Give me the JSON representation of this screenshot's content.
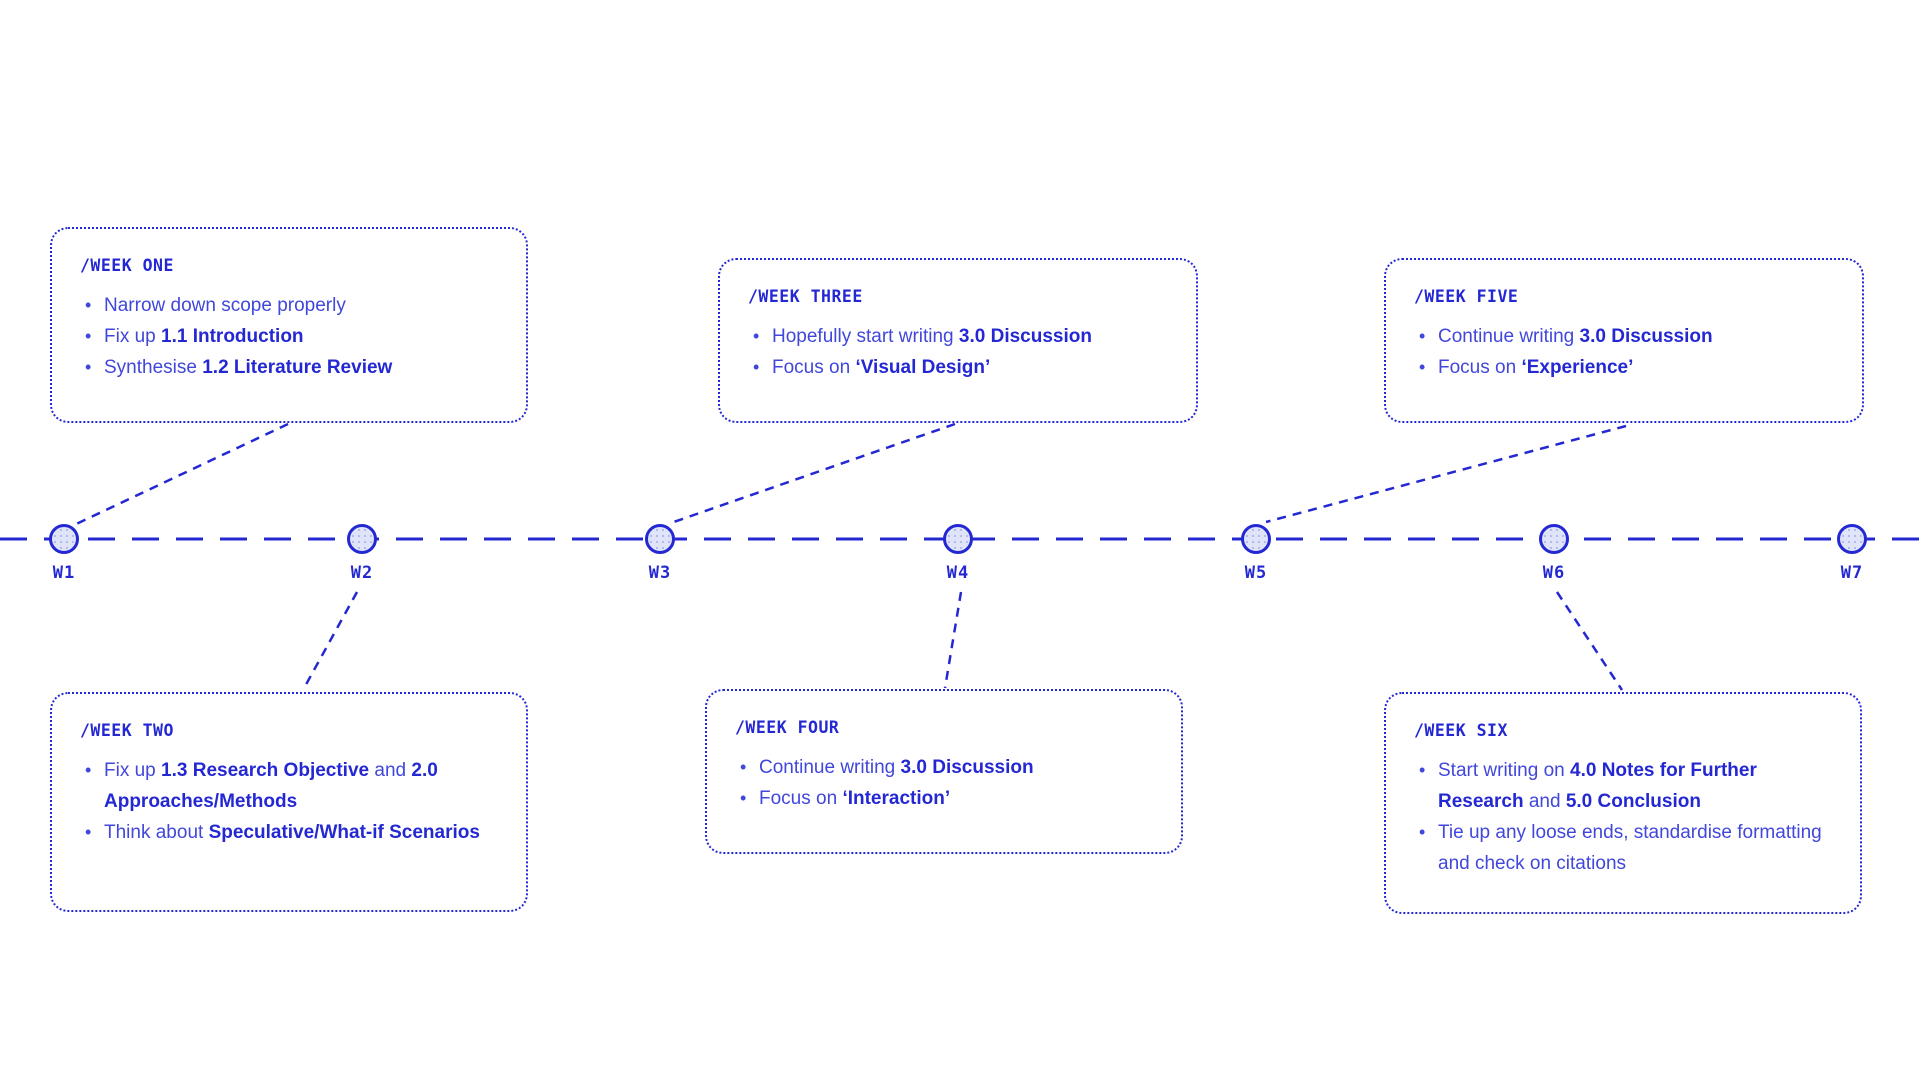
{
  "palette": {
    "background": "#ffffff",
    "line": "#2428d2",
    "ink": "#2428d2",
    "text": "#4047da",
    "node_fill": "#dfe4f8",
    "node_dot": "#aeb8ea"
  },
  "timeline": {
    "nodes": [
      {
        "label": "W1"
      },
      {
        "label": "W2"
      },
      {
        "label": "W3"
      },
      {
        "label": "W4"
      },
      {
        "label": "W5"
      },
      {
        "label": "W6"
      },
      {
        "label": "W7"
      }
    ]
  },
  "boxes": [
    {
      "id": "week-one",
      "title": "/WEEK ONE",
      "bullets": [
        [
          {
            "t": "Narrow down scope properly"
          }
        ],
        [
          {
            "t": "Fix up "
          },
          {
            "t": "1.1 Introduction",
            "b": true
          }
        ],
        [
          {
            "t": "Synthesise "
          },
          {
            "t": "1.2 Literature Review",
            "b": true
          }
        ]
      ]
    },
    {
      "id": "week-two",
      "title": "/WEEK TWO",
      "bullets": [
        [
          {
            "t": "Fix up "
          },
          {
            "t": "1.3 Research Objective",
            "b": true
          },
          {
            "t": " and "
          },
          {
            "t": "2.0 Approaches/Methods",
            "b": true
          }
        ],
        [
          {
            "t": "Think about "
          },
          {
            "t": "Speculative/What-if Scenarios",
            "b": true
          }
        ]
      ]
    },
    {
      "id": "week-three",
      "title": "/WEEK THREE",
      "bullets": [
        [
          {
            "t": "Hopefully start writing "
          },
          {
            "t": "3.0 Discussion",
            "b": true
          }
        ],
        [
          {
            "t": "Focus on "
          },
          {
            "t": "‘Visual Design’",
            "b": true
          }
        ]
      ]
    },
    {
      "id": "week-four",
      "title": "/WEEK FOUR",
      "bullets": [
        [
          {
            "t": "Continue writing "
          },
          {
            "t": "3.0 Discussion",
            "b": true
          }
        ],
        [
          {
            "t": "Focus on "
          },
          {
            "t": "‘Interaction’",
            "b": true
          }
        ]
      ]
    },
    {
      "id": "week-five",
      "title": "/WEEK FIVE",
      "bullets": [
        [
          {
            "t": "Continue writing "
          },
          {
            "t": "3.0 Discussion",
            "b": true
          }
        ],
        [
          {
            "t": "Focus on "
          },
          {
            "t": "‘Experience’",
            "b": true
          }
        ]
      ]
    },
    {
      "id": "week-six",
      "title": "/WEEK SIX",
      "bullets": [
        [
          {
            "t": "Start writing on "
          },
          {
            "t": "4.0 Notes for Further Research",
            "b": true
          },
          {
            "t": " and "
          },
          {
            "t": "5.0 Conclusion",
            "b": true
          }
        ],
        [
          {
            "t": "Tie up any loose ends, standardise formatting and check on citations"
          }
        ]
      ]
    }
  ]
}
